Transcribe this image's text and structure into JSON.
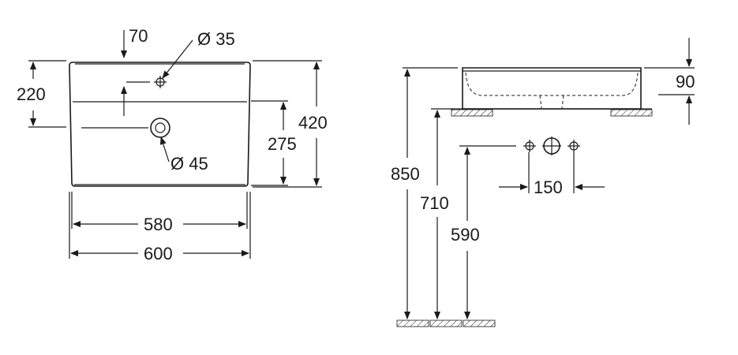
{
  "top_view": {
    "tap_hole_offset": "70",
    "tap_hole_diameter": "Ø 35",
    "depth_to_tap_hole": "220",
    "total_depth": "420",
    "inner_depth": "275",
    "drain_diameter": "Ø 45",
    "inner_width": "580",
    "total_width": "600"
  },
  "side_view": {
    "basin_height": "90",
    "installation_height": "850",
    "waste_height": "710",
    "supply_height": "590",
    "supply_spacing": "150"
  }
}
